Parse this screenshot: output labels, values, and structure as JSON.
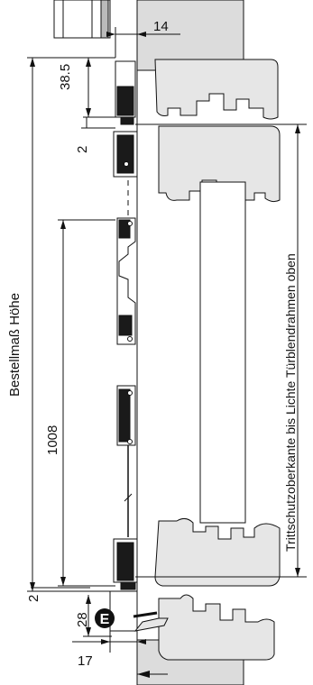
{
  "labels": {
    "overall_height": "Bestellmaß Höhe",
    "door_frame_note": "Trittschutzoberkante bis Lichte Türblendrahmen oben",
    "marker_letter": "E"
  },
  "dimensions": {
    "top_gap": "14",
    "header_depth": "38.5",
    "top_clearance": "2",
    "middle_section": "1008",
    "bottom_clearance": "2",
    "bottom_height": "28",
    "bottom_offset": "17"
  },
  "colors": {
    "line": "#111111",
    "wall_fill": "#dcdcdc",
    "frame_fill": "#e6e6e6",
    "profile_fill": "#1a1a1a",
    "marker_fill": "#111111"
  }
}
